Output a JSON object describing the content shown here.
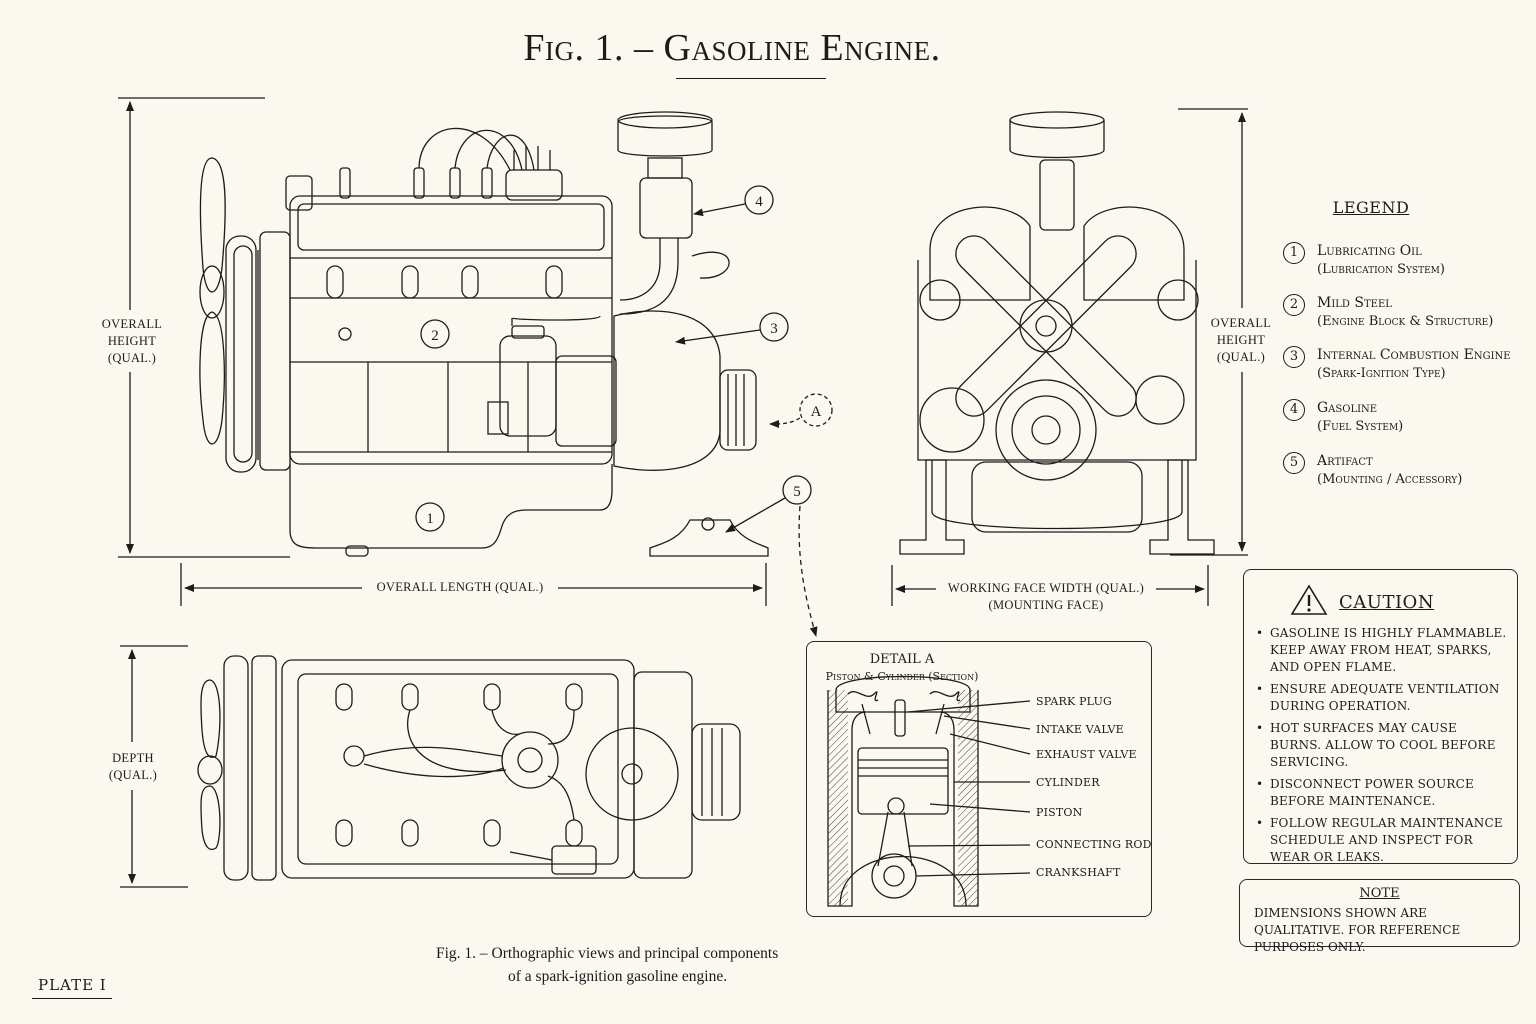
{
  "title": "Fig. 1. – Gasoline Engine.",
  "dimensions": {
    "side_height": "OVERALL HEIGHT (QUAL.)",
    "side_length": "OVERALL LENGTH (QUAL.)",
    "front_height": "OVERALL HEIGHT (QUAL.)",
    "front_width_1": "WORKING FACE WIDTH (QUAL.)",
    "front_width_2": "(MOUNTING FACE)",
    "top_depth": "DEPTH (QUAL.)"
  },
  "callouts": [
    "1",
    "2",
    "3",
    "4",
    "5",
    "A"
  ],
  "legend": {
    "title": "LEGEND",
    "items": [
      {
        "num": "1",
        "name": "Lubricating Oil",
        "sub": "(Lubrication System)"
      },
      {
        "num": "2",
        "name": "Mild Steel",
        "sub": "(Engine Block & Structure)"
      },
      {
        "num": "3",
        "name": "Internal Combustion Engine",
        "sub": "(Spark-Ignition Type)"
      },
      {
        "num": "4",
        "name": "Gasoline",
        "sub": "(Fuel System)"
      },
      {
        "num": "5",
        "name": "Artifact",
        "sub": "(Mounting / Accessory)"
      }
    ]
  },
  "caution": {
    "title": "CAUTION",
    "icon": "warning-triangle-icon",
    "items": [
      "GASOLINE IS HIGHLY FLAMMABLE. KEEP AWAY FROM HEAT, SPARKS, AND OPEN FLAME.",
      "ENSURE ADEQUATE VENTILATION DURING OPERATION.",
      "HOT SURFACES MAY CAUSE BURNS. ALLOW TO COOL BEFORE SERVICING.",
      "DISCONNECT POWER SOURCE BEFORE MAINTENANCE.",
      "FOLLOW REGULAR MAINTENANCE SCHEDULE AND INSPECT FOR WEAR OR LEAKS."
    ]
  },
  "note": {
    "title": "NOTE",
    "text": "DIMENSIONS SHOWN ARE QUALITATIVE. FOR REFERENCE PURPOSES ONLY."
  },
  "detail": {
    "title": "DETAIL A",
    "subtitle": "Piston & Cylinder (Section)",
    "parts": [
      "SPARK PLUG",
      "INTAKE VALVE",
      "EXHAUST VALVE",
      "CYLINDER",
      "PISTON",
      "CONNECTING ROD",
      "CRANKSHAFT"
    ]
  },
  "caption": {
    "line1": "Fig. 1. – Orthographic views and principal components",
    "line2": "of a spark-ignition gasoline engine."
  },
  "plate": "PLATE I",
  "colors": {
    "paper": "#fbf8ef",
    "ink": "#1c1c1c"
  }
}
